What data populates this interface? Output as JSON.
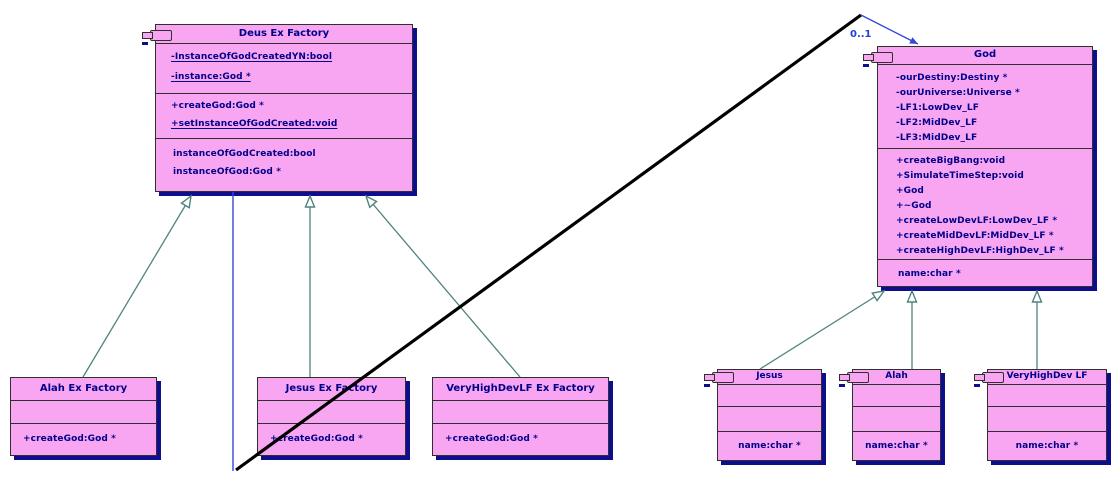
{
  "classes": {
    "deus": {
      "title": "Deus Ex Factory",
      "attributes": [
        {
          "t": "-InstanceOfGodCreatedYN:bool",
          "u": true
        },
        {
          "t": "-instance:God *",
          "u": true
        }
      ],
      "operations": [
        {
          "t": "+createGod:God *",
          "u": false
        },
        {
          "t": "+setInstanceOfGodCreated:void",
          "u": true
        }
      ],
      "properties": [
        {
          "t": "instanceOfGodCreated:bool",
          "u": false
        },
        {
          "t": "instanceOfGod:God *",
          "u": false
        }
      ]
    },
    "god": {
      "title": "God",
      "attributes": [
        {
          "t": "-ourDestiny:Destiny *",
          "u": false
        },
        {
          "t": "-ourUniverse:Universe *",
          "u": false
        },
        {
          "t": "-LF1:LowDev_LF",
          "u": false
        },
        {
          "t": "-LF2:MidDev_LF",
          "u": false
        },
        {
          "t": "-LF3:MidDev_LF",
          "u": false
        }
      ],
      "operations": [
        {
          "t": "+createBigBang:void",
          "u": false
        },
        {
          "t": "+SimulateTimeStep:void",
          "u": false
        },
        {
          "t": "+God",
          "u": false
        },
        {
          "t": "+~God",
          "u": false
        },
        {
          "t": "+createLowDevLF:LowDev_LF *",
          "u": false
        },
        {
          "t": "+createMidDevLF:MidDev_LF *",
          "u": false
        },
        {
          "t": "+createHighDevLF:HighDev_LF *",
          "u": false
        }
      ],
      "properties": [
        {
          "t": "name:char *",
          "u": false
        }
      ]
    },
    "alah_factory": {
      "title": "Alah Ex Factory",
      "operations": [
        {
          "t": "+createGod:God *",
          "u": false
        }
      ]
    },
    "jesus_factory": {
      "title": "Jesus Ex Factory",
      "operations": [
        {
          "t": "+createGod:God *",
          "u": false
        }
      ]
    },
    "vhd_factory": {
      "title": "VeryHighDevLF Ex Factory",
      "operations": [
        {
          "t": "+createGod:God *",
          "u": false
        }
      ]
    },
    "jesus": {
      "title": "Jesus",
      "properties": [
        {
          "t": "name:char *",
          "u": false
        }
      ]
    },
    "alah": {
      "title": "Alah",
      "properties": [
        {
          "t": "name:char *",
          "u": false
        }
      ]
    },
    "vhd": {
      "title": "VeryHighDev LF",
      "properties": [
        {
          "t": "name:char *",
          "u": false
        }
      ]
    }
  },
  "labels": {
    "association_multiplicity": "0..1"
  },
  "colors": {
    "class_fill": "#f8a6f1",
    "shadow": "#0d0d8e",
    "member_text": "#00008b",
    "generalization_line": "#4e8380",
    "association_line": "#3347db",
    "crossing_line": "#000000"
  }
}
